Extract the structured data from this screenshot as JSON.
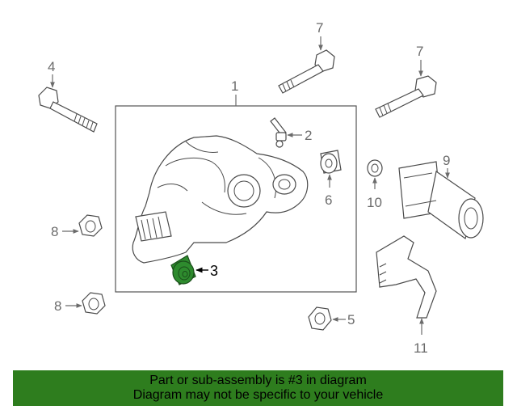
{
  "diagram": {
    "callouts": {
      "c1": "1",
      "c2": "2",
      "c3": "3",
      "c4": "4",
      "c5": "5",
      "c6": "6",
      "c7a": "7",
      "c7b": "7",
      "c8a": "8",
      "c8b": "8",
      "c9": "9",
      "c10": "10",
      "c11": "11"
    },
    "highlighted_part": "3",
    "highlight_color": "#2e8b2e"
  },
  "banner": {
    "line1": "Part or sub-assembly is #3 in diagram",
    "line2": "Diagram may not be specific to your vehicle",
    "background": "#2e7d1e"
  }
}
